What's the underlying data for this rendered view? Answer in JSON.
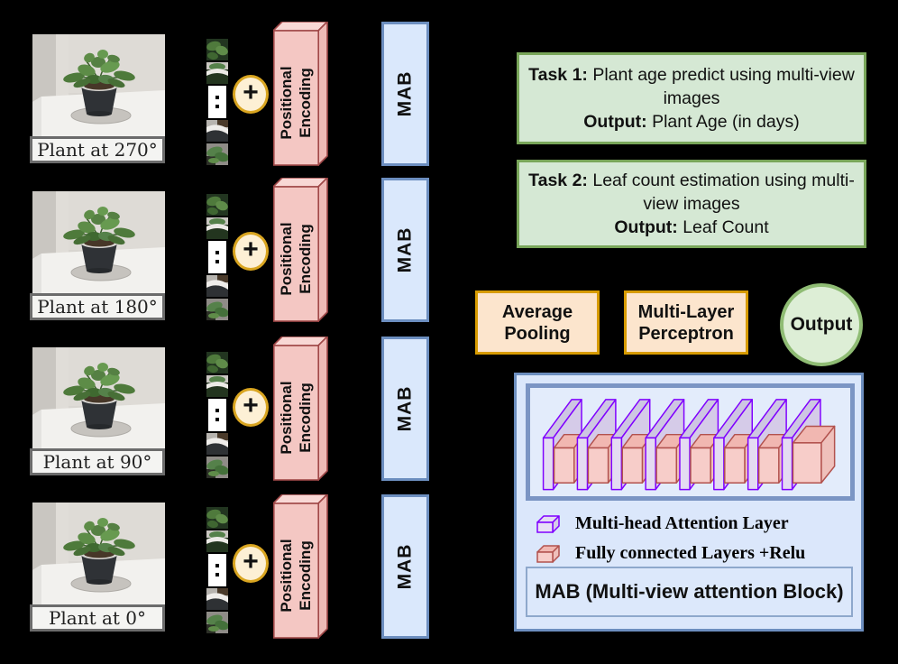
{
  "rows": [
    {
      "caption": "Plant at 270°"
    },
    {
      "caption": "Plant at 180°"
    },
    {
      "caption": "Plant at 90°"
    },
    {
      "caption": "Plant at 0°"
    }
  ],
  "plus_label": "+",
  "pe_label": "Positional Encoding",
  "mab_label": "MAB",
  "tasks": [
    {
      "title": "Task 1:",
      "desc": "Plant age predict using multi-view images",
      "output_label": "Output:",
      "output_value": "Plant Age  (in days)"
    },
    {
      "title": "Task 2:",
      "desc": "Leaf count estimation using multi-view images",
      "output_label": "Output:",
      "output_value": "Leaf Count"
    }
  ],
  "average_pooling_label": "Average Pooling",
  "mlp_label": "Multi-Layer Perceptron",
  "output_label": "Output",
  "mab_detail": {
    "num_units": 8,
    "legend": [
      {
        "icon": "attention-cube-icon",
        "label": "Multi-head Attention Layer"
      },
      {
        "icon": "fully-connected-cube-icon",
        "label": "Fully connected Layers +Relu"
      }
    ],
    "block_label": "MAB (Multi-view attention Block)"
  },
  "colors": {
    "background": "#000000",
    "task_fill": "#d5e8d4",
    "task_border": "#79a65a",
    "pe_fill": "#f4c7c3",
    "pe_border": "#a04848",
    "mab_fill": "#dae8fc",
    "mab_border": "#6c8ebf",
    "pool_fill": "#fce5cd",
    "pool_border": "#d79b00",
    "output_fill": "#ddeed6",
    "output_border": "#8fbc74",
    "plus_fill": "#fdf0d5",
    "plus_border": "#d9a520",
    "attention_slab_stroke": "#7f00ff",
    "attention_slab_fill": "#e4dbf2",
    "fc_cube_stroke": "#b2524e",
    "fc_cube_fill": "#f7cdc9",
    "detail_inner_border": "#7b95c4"
  }
}
